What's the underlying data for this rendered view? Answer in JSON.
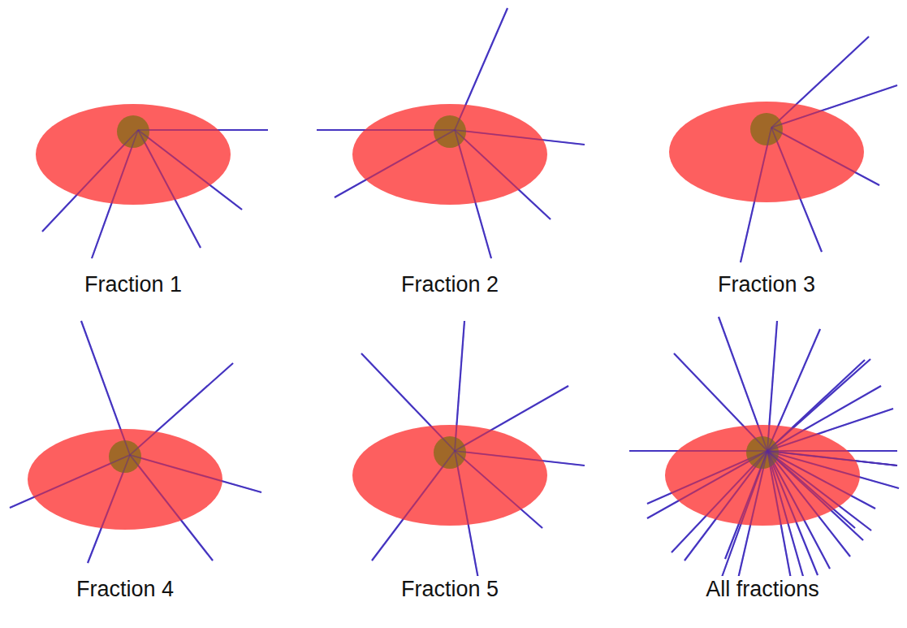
{
  "diagram": {
    "labels": [
      "Fraction 1",
      "Fraction 2",
      "Fraction 3",
      "Fraction 4",
      "Fraction 5",
      "All fractions"
    ]
  }
}
